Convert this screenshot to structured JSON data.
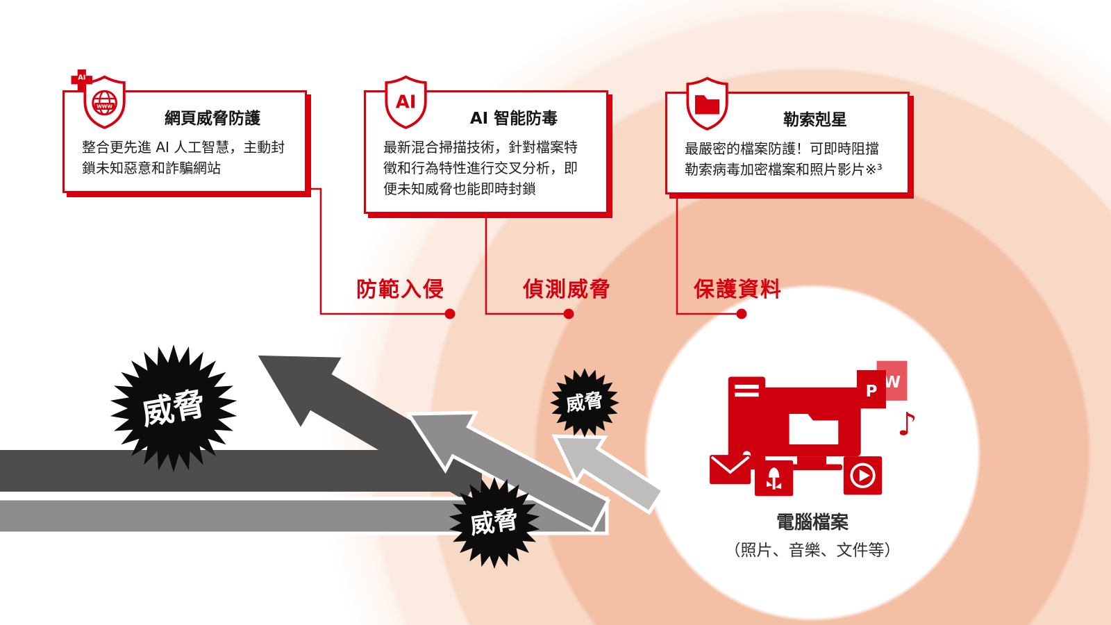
{
  "colors": {
    "accent": "#d7000f",
    "ring_inner": "#f3c0a6",
    "ring_mid": "#f8d9c6",
    "ring_outer": "#fcebe1",
    "arrow_dark": "#4f4c4c",
    "arrow_mid": "#8e8c8c",
    "arrow_light": "#bfbcbc",
    "burst": "#0c0c0c"
  },
  "boxes": [
    {
      "icon": "web-threat-shield-icon",
      "title": "網頁威脅防護",
      "body": "整合更先進 AI 人工智慧，主動封鎖未知惡意和詐騙網站"
    },
    {
      "icon": "ai-shield-icon",
      "title": "AI 智能防毒",
      "body": "最新混合掃描技術，針對檔案特徵和行為特性進行交叉分析，即便未知威脅也能即時封鎖"
    },
    {
      "icon": "folder-shield-icon",
      "title": "勒索剋星",
      "body": "最嚴密的檔案防護！可即時阻擋勒索病毒加密檔案和照片影片※³"
    }
  ],
  "stage_labels": [
    {
      "label": "防範入侵"
    },
    {
      "label": "偵測威脅"
    },
    {
      "label": "保護資料"
    }
  ],
  "threat_bursts": [
    {
      "label": "威脅"
    },
    {
      "label": "威脅"
    },
    {
      "label": "威脅"
    }
  ],
  "center": {
    "title": "電腦檔案",
    "subtitle": "（照片、音樂、文件等）"
  },
  "icon_badges": {
    "ai": "AI",
    "www": "WWW",
    "doc_p": "P",
    "doc_w": "W",
    "note": "♪"
  }
}
